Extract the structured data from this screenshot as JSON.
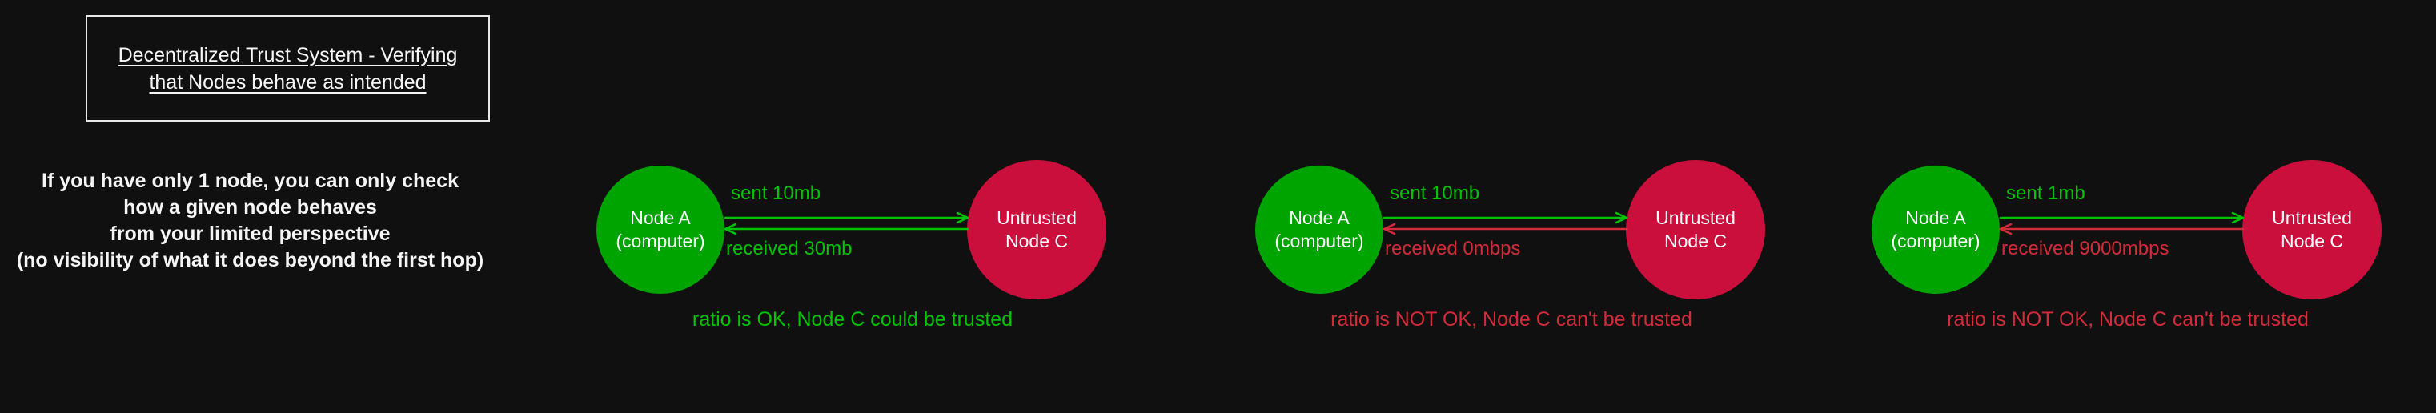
{
  "colors": {
    "background": "#101010",
    "green_node": "#00a400",
    "red_node": "#cb0f3d",
    "green_text": "#00c400",
    "red_text": "#d22b3a",
    "white_text": "#f5f5f5"
  },
  "title_box": {
    "text": "Decentralized Trust System - Verifying\nthat Nodes behave as intended"
  },
  "intro": {
    "text": "If you have only 1 node, you can only check\nhow a given node behaves\nfrom your limited perspective\n(no visibility of what it does beyond the first hop)"
  },
  "diagrams": [
    {
      "node_a_label": "Node A\n(computer)",
      "node_c_label": "Untrusted\nNode C",
      "sent_label": "sent 10mb",
      "received_label": "received 30mb",
      "received_color": "#00c400",
      "caption": "ratio is OK, Node C could be trusted",
      "caption_color": "#00c400"
    },
    {
      "node_a_label": "Node A\n(computer)",
      "node_c_label": "Untrusted\nNode C",
      "sent_label": "sent 10mb",
      "received_label": "received 0mbps",
      "received_color": "#d22b3a",
      "caption": "ratio is NOT OK, Node C can't be trusted",
      "caption_color": "#d22b3a"
    },
    {
      "node_a_label": "Node A\n(computer)",
      "node_c_label": "Untrusted\nNode C",
      "sent_label": "sent 1mb",
      "received_label": "received 9000mbps",
      "received_color": "#d22b3a",
      "caption": "ratio is NOT OK, Node C can't be trusted",
      "caption_color": "#d22b3a"
    }
  ]
}
